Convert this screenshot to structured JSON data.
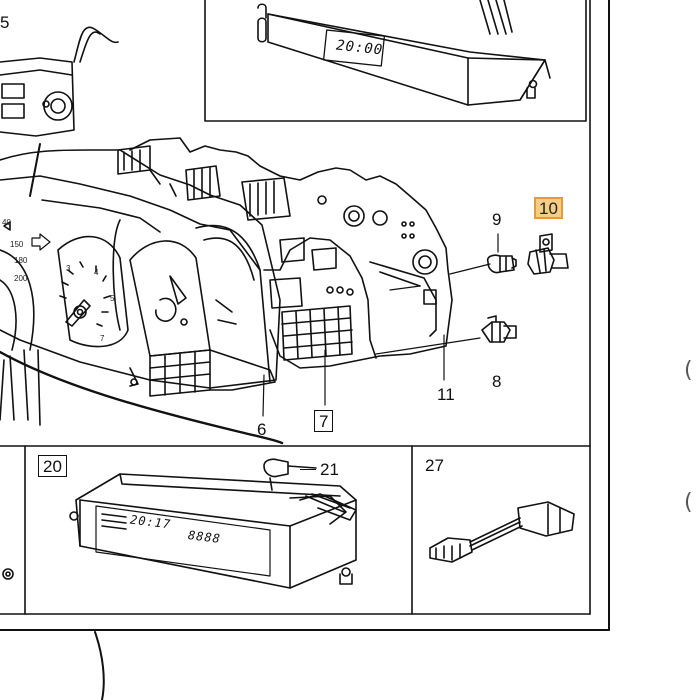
{
  "callouts": {
    "c5": "5",
    "c6": "6",
    "c7": "7",
    "c8": "8",
    "c9": "9",
    "c10": "10",
    "c11": "11",
    "c20": "20",
    "c21": "21",
    "c27": "27"
  },
  "displays": {
    "top_clock": "20:00",
    "bottom_clock": "20:17",
    "bottom_odometer": "8888"
  },
  "gauge_marks": {
    "s150": "150",
    "s180": "180",
    "s200": "200",
    "t3": "3",
    "t4": "4",
    "t5": "5",
    "t7": "7",
    "t40": "40"
  },
  "edge_marks": {
    "paren1": "(",
    "paren2": "("
  },
  "colors": {
    "highlight_fill": "#f5cd86",
    "highlight_border": "#e69a3a",
    "line": "#111111"
  }
}
